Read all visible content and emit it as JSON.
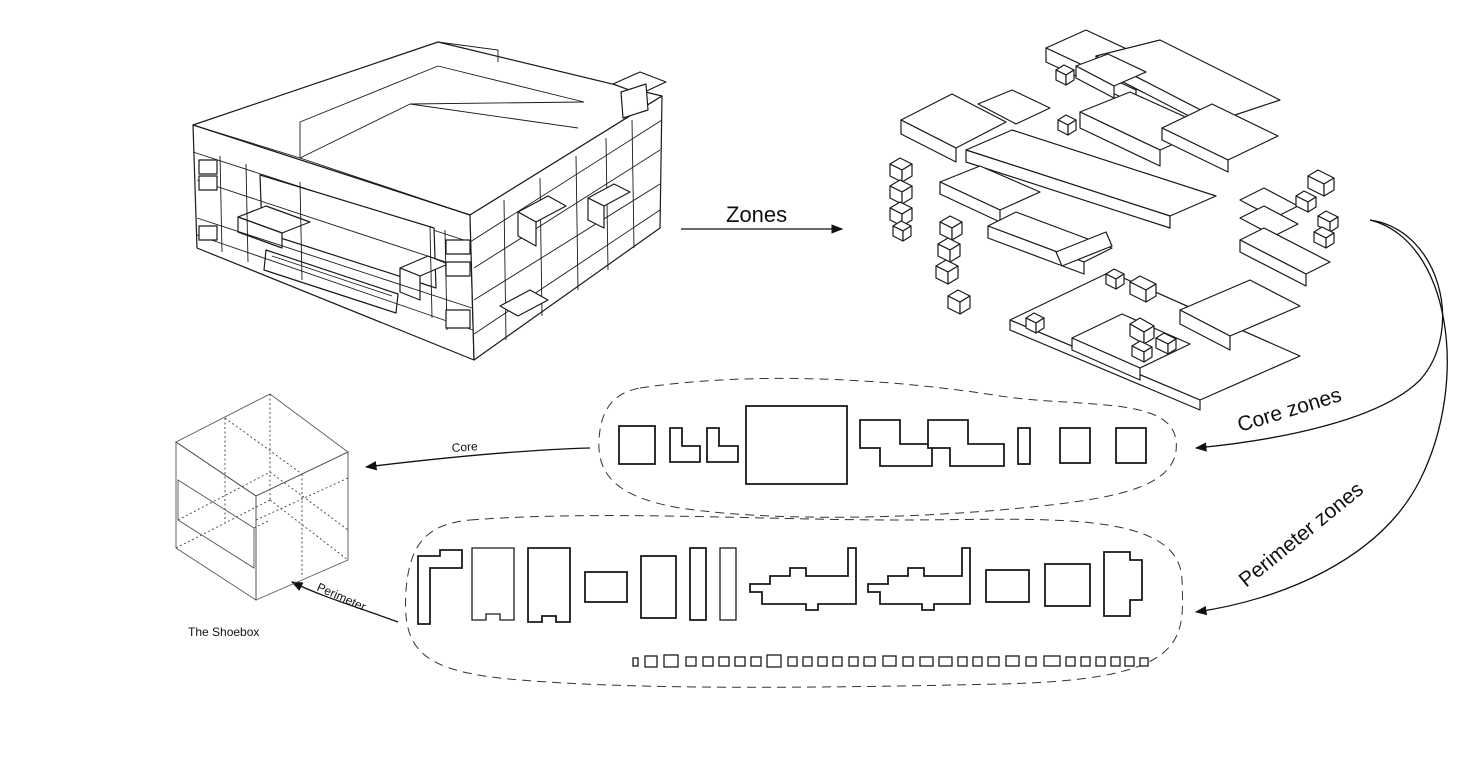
{
  "labels": {
    "zones": "Zones",
    "core_zones": "Core zones",
    "perimeter_zones": "Perimeter zones",
    "core": "Core",
    "perimeter": "Perimeter",
    "shoebox": "The Shoebox"
  },
  "colors": {
    "line": "#1a1a1a",
    "background": "#ffffff"
  }
}
